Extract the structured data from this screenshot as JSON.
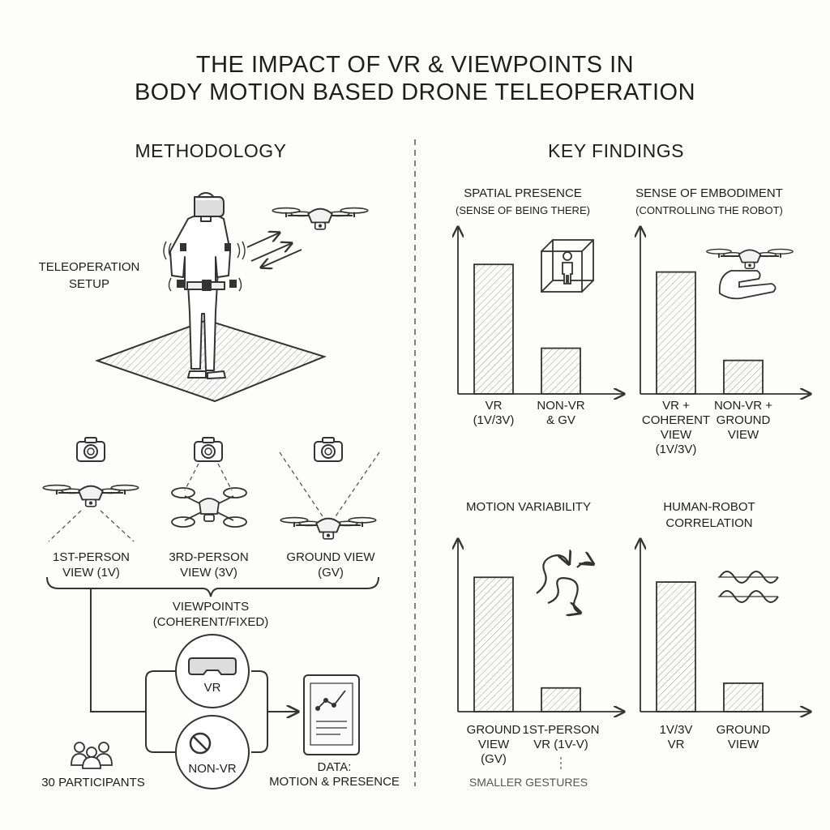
{
  "title": {
    "line1": "THE IMPACT OF VR & VIEWPOINTS IN",
    "line2": "BODY MOTION BASED DRONE TELEOPERATION"
  },
  "methodology": {
    "heading": "METHODOLOGY",
    "setup_label_1": "TELEOPERATION",
    "setup_label_2": "SETUP",
    "views": [
      {
        "line1": "1ST-PERSON",
        "line2": "VIEW (1V)"
      },
      {
        "line1": "3RD-PERSON",
        "line2": "VIEW (3V)"
      },
      {
        "line1": "GROUND VIEW",
        "line2": "(GV)"
      }
    ],
    "viewpoints_line1": "VIEWPOINTS",
    "viewpoints_line2": "(COHERENT/FIXED)",
    "vr_label": "VR",
    "nonvr_label": "NON-VR",
    "participants": "30 PARTICIPANTS",
    "data_line1": "DATA:",
    "data_line2": "MOTION & PRESENCE"
  },
  "findings": {
    "heading": "KEY FINDINGS"
  },
  "chart_data": [
    {
      "type": "bar",
      "title": "SPATIAL PRESENCE",
      "subtitle": "(SENSE OF BEING THERE)",
      "categories": [
        "VR (1V/3V)",
        "NON-VR & GV"
      ],
      "category_lines": [
        [
          "VR",
          "(1V/3V)"
        ],
        [
          "NON-VR",
          "& GV"
        ]
      ],
      "values": [
        85,
        30
      ],
      "ylim": [
        0,
        100
      ],
      "icon": "person-in-cube-icon"
    },
    {
      "type": "bar",
      "title": "SENSE OF EMBODIMENT",
      "subtitle": "(CONTROLLING THE ROBOT)",
      "categories": [
        "VR + COHERENT VIEW (1V/3V)",
        "NON-VR + GROUND VIEW"
      ],
      "category_lines": [
        [
          "VR +",
          "COHERENT",
          "VIEW",
          "(1V/3V)"
        ],
        [
          "NON-VR +",
          "GROUND",
          "VIEW"
        ]
      ],
      "values": [
        80,
        22
      ],
      "ylim": [
        0,
        100
      ],
      "icon": "arm-drone-icon"
    },
    {
      "type": "bar",
      "title": "MOTION VARIABILITY",
      "subtitle": "",
      "categories": [
        "GROUND VIEW (GV)",
        "1ST-PERSON VR (1V-V)"
      ],
      "category_lines": [
        [
          "GROUND",
          "VIEW",
          "(GV)"
        ],
        [
          "1ST-PERSON",
          "VR (1V-V)"
        ]
      ],
      "values": [
        85,
        15
      ],
      "ylim": [
        0,
        100
      ],
      "annotation": "SMALLER GESTURES",
      "icon": "curvy-arrows-icon"
    },
    {
      "type": "bar",
      "title": "HUMAN-ROBOT",
      "title_line2": "CORRELATION",
      "subtitle": "",
      "categories": [
        "1V/3V VR",
        "GROUND VIEW"
      ],
      "category_lines": [
        [
          "1V/3V",
          "VR"
        ],
        [
          "GROUND",
          "VIEW"
        ]
      ],
      "values": [
        82,
        18
      ],
      "ylim": [
        0,
        100
      ],
      "icon": "sine-waves-icon"
    }
  ]
}
